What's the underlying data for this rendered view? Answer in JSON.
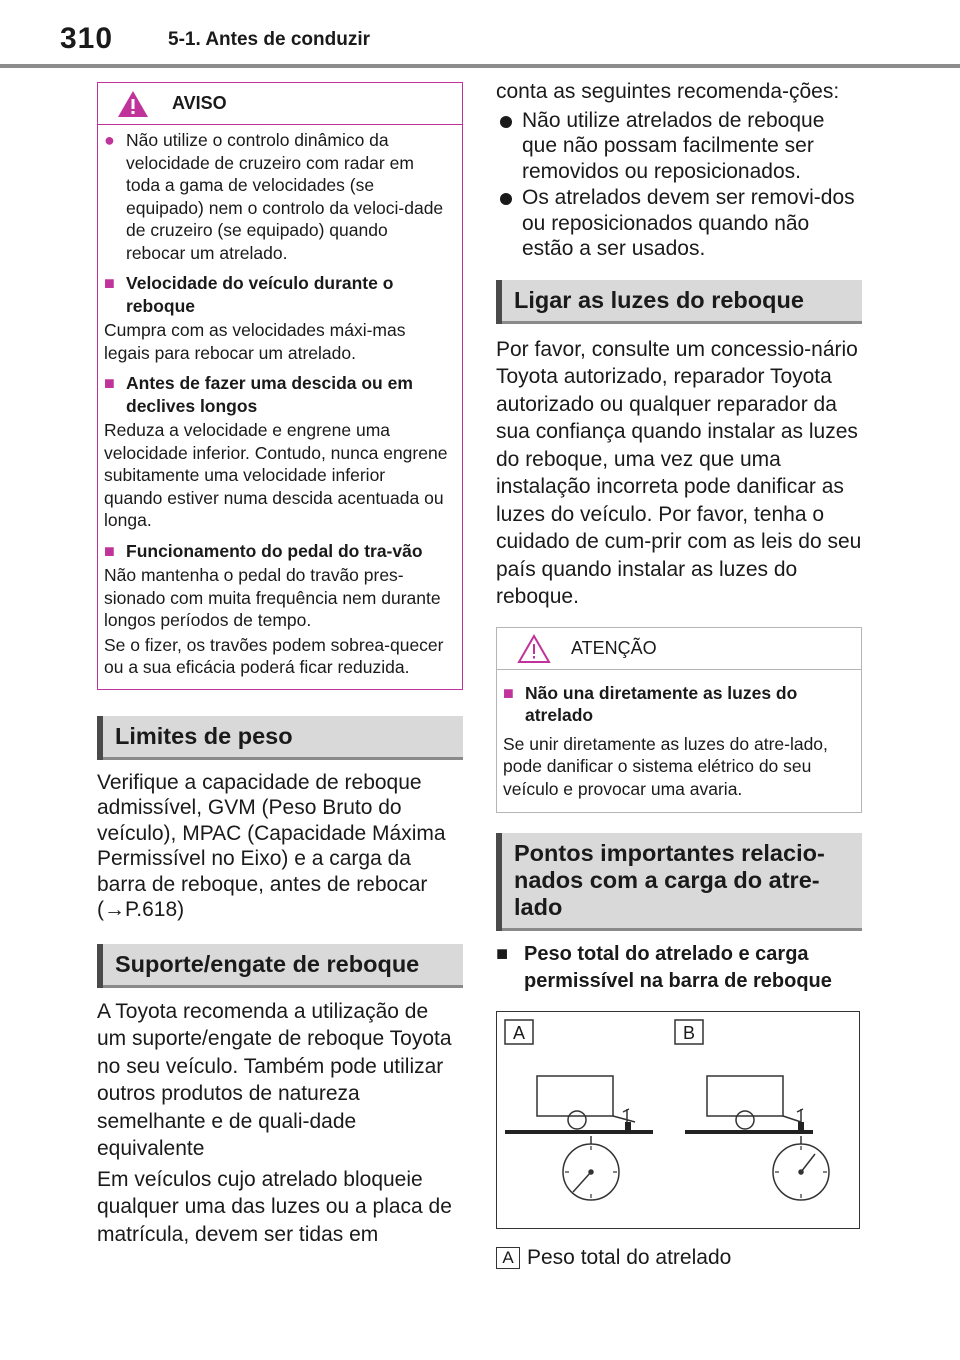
{
  "header": {
    "page_number": "310",
    "section": "5-1. Antes de conduzir"
  },
  "warning": {
    "title": "AVISO",
    "bullet": "Não utilize o controlo dinâmico da velocidade de cruzeiro com radar em toda a gama de velocidades (se equipado) nem o controlo da veloci-dade de cruzeiro (se equipado) quando rebocar um atrelado.",
    "items": [
      {
        "heading": "Velocidade do veículo durante o reboque",
        "text": "Cumpra com as velocidades máxi-mas legais para rebocar um atrelado."
      },
      {
        "heading": "Antes de fazer uma descida ou em declives longos",
        "text": "Reduza a velocidade e engrene uma velocidade inferior. Contudo, nunca engrene subitamente uma velocidade inferior quando estiver numa descida acentuada ou longa."
      },
      {
        "heading": "Funcionamento do pedal do tra-vão",
        "text": "Não mantenha o pedal do travão pres-sionado com muita frequência nem durante longos períodos de tempo.",
        "text2": "Se o fizer, os travões podem sobrea-quecer ou a sua eficácia poderá ficar reduzida."
      }
    ]
  },
  "limits": {
    "heading": "Limites de peso",
    "text": "Verifique a capacidade de reboque admissível, GVM (Peso Bruto do veículo), MPAC (Capacidade Máxima Permissível no Eixo) e a carga da barra de reboque, antes de rebocar (→P.618)"
  },
  "hitch": {
    "heading": "Suporte/engate de reboque",
    "p1": "A Toyota recomenda a utilização de um suporte/engate de reboque Toyota no seu veículo. Também pode utilizar outros produtos de natureza semelhante e de quali-dade equivalente",
    "p2": "Em veículos cujo atrelado bloqueie qualquer uma das luzes ou a placa de matrícula, devem ser tidas em",
    "p2_cont": "conta as seguintes recomenda-ções:",
    "bullets": [
      "Não utilize atrelados de reboque que não possam facilmente ser removidos ou reposicionados.",
      "Os atrelados devem ser removi-dos ou reposicionados quando não estão a ser usados."
    ]
  },
  "lights": {
    "heading": "Ligar as luzes do reboque",
    "text": "Por favor, consulte um concessio-nário Toyota autorizado, reparador Toyota autorizado ou qualquer reparador da sua confiança quando instalar as luzes do reboque, uma vez que uma instalação incorreta pode danificar as luzes do veículo. Por favor, tenha o cuidado de cum-prir com as leis do seu país quando instalar as luzes do reboque."
  },
  "caution": {
    "title": "ATENÇÃO",
    "heading": "Não una diretamente as luzes do atrelado",
    "text": "Se unir diretamente as luzes do atre-lado, pode danificar o sistema elétrico do seu veículo e provocar uma avaria."
  },
  "load": {
    "heading": "Pontos importantes relacio-nados com a carga do atre-lado",
    "subheading": "Peso total do atrelado e carga permissível na barra de reboque",
    "figure_labels": [
      "A",
      "B"
    ],
    "caption_label": "A",
    "caption": "Peso total do atrelado"
  },
  "colors": {
    "warning_accent": "#c0339a",
    "heading_bg": "#d9d9d9"
  }
}
